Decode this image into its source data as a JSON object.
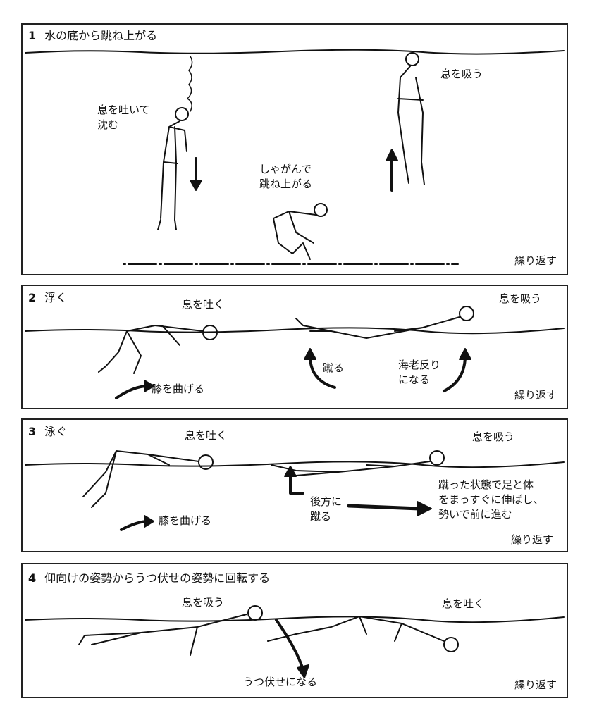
{
  "panels": [
    {
      "number": "1",
      "title": "水の底から跳ね上がる",
      "labels": {
        "exhale_sink": "息を吐いて\n沈む",
        "crouch_jump": "しゃがんで\n跳ね上がる",
        "inhale": "息を吸う",
        "repeat": "繰り返す"
      }
    },
    {
      "number": "2",
      "title": "浮く",
      "labels": {
        "exhale": "息を吐く",
        "bend_knees": "膝を曲げる",
        "kick": "蹴る",
        "arch_back": "海老反り\nになる",
        "inhale": "息を吸う",
        "repeat": "繰り返す"
      }
    },
    {
      "number": "3",
      "title": "泳ぐ",
      "labels": {
        "exhale": "息を吐く",
        "bend_knees": "膝を曲げる",
        "kick_back": "後方に\n蹴る",
        "glide": "蹴った状態で足と体\nをまっすぐに伸ばし、\n勢いで前に進む",
        "inhale": "息を吸う",
        "repeat": "繰り返す"
      }
    },
    {
      "number": "4",
      "title": "仰向けの姿勢からうつ伏せの姿勢に回転する",
      "labels": {
        "inhale": "息を吸う",
        "turn_prone": "うつ伏せになる",
        "exhale": "息を吐く",
        "repeat": "繰り返す"
      }
    }
  ]
}
